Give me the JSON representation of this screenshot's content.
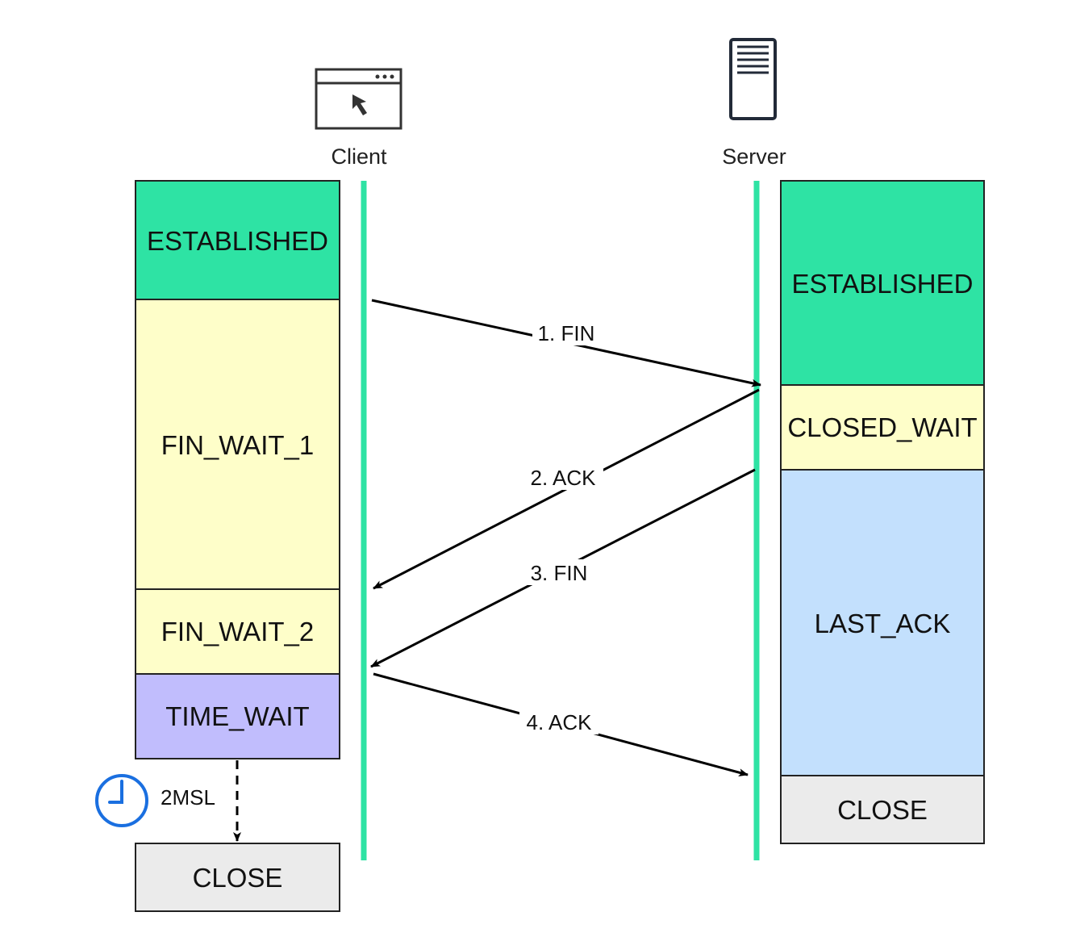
{
  "actors": {
    "client": {
      "label": "Client",
      "icon": "browser-window-icon"
    },
    "server": {
      "label": "Server",
      "icon": "server-icon"
    }
  },
  "client_states": [
    {
      "label": "ESTABLISHED",
      "color": "#2ee3a4"
    },
    {
      "label": "FIN_WAIT_1",
      "color": "#fefec9"
    },
    {
      "label": "FIN_WAIT_2",
      "color": "#fefec9"
    },
    {
      "label": "TIME_WAIT",
      "color": "#c1bdfd"
    }
  ],
  "client_final": {
    "label": "CLOSE",
    "color": "#ebebeb"
  },
  "server_states": [
    {
      "label": "ESTABLISHED",
      "color": "#2ee3a4"
    },
    {
      "label": "CLOSED_WAIT",
      "color": "#fefec9"
    },
    {
      "label": "LAST_ACK",
      "color": "#c3e0fd"
    },
    {
      "label": "CLOSE",
      "color": "#ebebeb"
    }
  ],
  "messages": [
    {
      "label": "1. FIN"
    },
    {
      "label": "2. ACK"
    },
    {
      "label": "3. FIN"
    },
    {
      "label": "4. ACK"
    }
  ],
  "timer": {
    "label": "2MSL",
    "icon": "clock-icon"
  },
  "colors": {
    "lifeline": "#2ee3a4",
    "clock": "#1a6fe0",
    "border": "#222222"
  }
}
